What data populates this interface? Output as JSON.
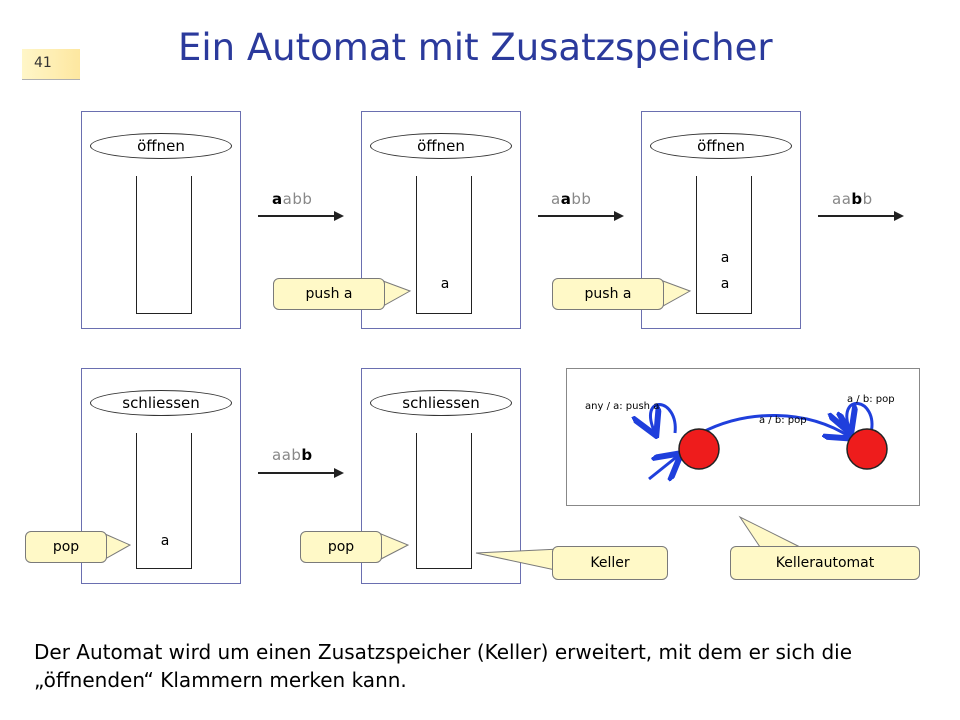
{
  "page_number": "41",
  "title": "Ein Automat mit Zusatzspeicher",
  "panels": [
    {
      "state": "öffnen",
      "stack": []
    },
    {
      "state": "öffnen",
      "stack": [
        "a"
      ]
    },
    {
      "state": "öffnen",
      "stack": [
        "a",
        "a"
      ]
    },
    {
      "state": "schliessen",
      "stack": [
        "a"
      ]
    },
    {
      "state": "schliessen",
      "stack": []
    }
  ],
  "transitions": [
    {
      "pre": "",
      "bold": "a",
      "post": "abb"
    },
    {
      "pre": "a",
      "bold": "a",
      "post": "bb"
    },
    {
      "pre": "aa",
      "bold": "b",
      "post": "b"
    },
    {
      "pre": "aab",
      "bold": "b",
      "post": ""
    }
  ],
  "callouts": {
    "push1": "push a",
    "push2": "push a",
    "pop1": "pop",
    "pop2": "pop",
    "keller": "Keller",
    "kellerautomat": "Kellerautomat"
  },
  "automaton": {
    "loop_left": "any / a: push a",
    "transition": "a / b: pop",
    "loop_right": "a / b: pop",
    "state_color": "#ee1c1c",
    "edge_color": "#1f3fdc"
  },
  "bottom_text": "Der Automat wird um einen Zusatzspeicher (Keller) erweitert, mit dem er sich die „öffnenden“ Klammern merken kann."
}
